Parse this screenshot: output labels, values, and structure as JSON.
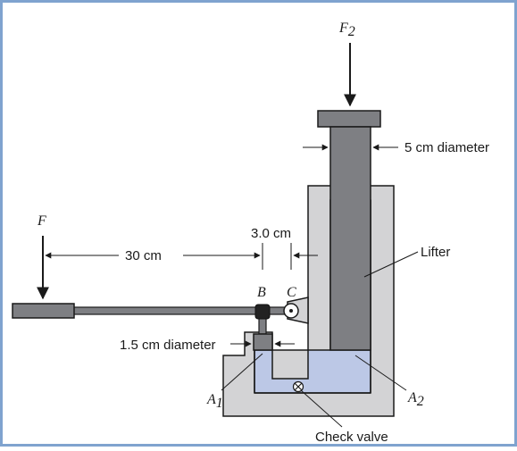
{
  "colors": {
    "frame": "#7fa3cf",
    "body_fill": "#d3d3d5",
    "metal_fill": "#7e7f83",
    "fluid_fill": "#bcc8e6",
    "stroke": "#1a1a1a"
  },
  "labels": {
    "force_top": "F",
    "force_top_sub": "2",
    "force_left": "F",
    "point_b": "B",
    "point_c": "C",
    "area_small": "A",
    "area_small_sub": "1",
    "area_large": "A",
    "area_large_sub": "2"
  },
  "dimensions": {
    "large_diameter": "5 cm diameter",
    "pivot_gap": "3.0 cm",
    "handle_length": "30 cm",
    "small_diameter": "1.5 cm diameter"
  },
  "callouts": {
    "lifter": "Lifter",
    "check_valve": "Check valve"
  }
}
